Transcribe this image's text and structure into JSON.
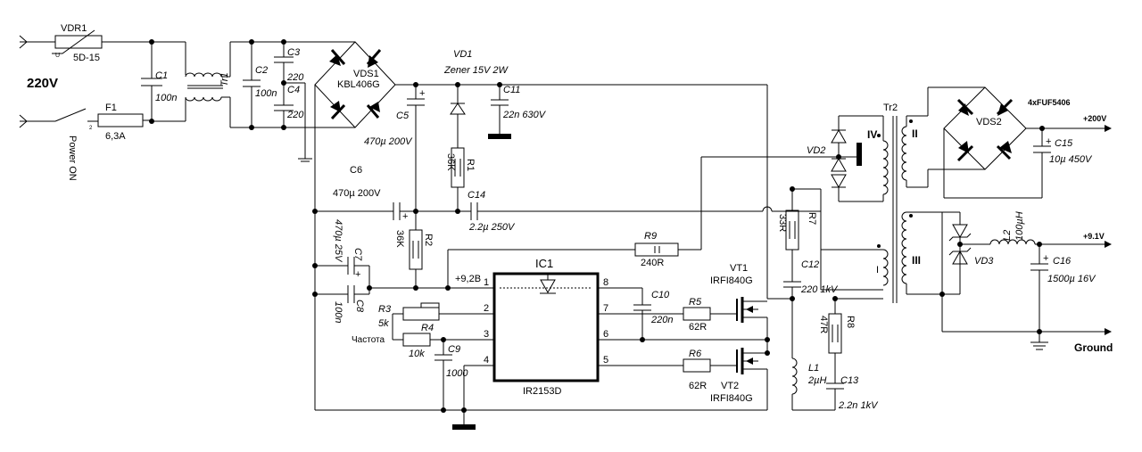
{
  "labels": {
    "mains": "220V",
    "power": "Power ON",
    "ground": "Ground",
    "out200": "+200V",
    "out9": "+9.1V",
    "vcc": "+9,2B",
    "freq": "Частота",
    "vdr_name": "VDR1",
    "vdr_val": "5D-15",
    "f1_name": "F1",
    "f1_val": "6,3A",
    "c1_name": "C1",
    "c1_val": "100n",
    "tr1": "Tr1",
    "c2_name": "C2",
    "c2_val": "100n",
    "c3_name": "C3",
    "c3_val": "220",
    "c4_name": "C4",
    "c4_val": "220",
    "vds1_name": "VDS1",
    "vds1_val": "KBL406G",
    "c5_name": "C5",
    "c5_val": "470µ 200V",
    "vd1_name": "VD1",
    "vd1_val": "Zener 15V 2W",
    "c11_name": "C11",
    "c11_val": "22n 630V",
    "r1_name": "R1",
    "r1_val": "36K",
    "c14_name": "C14",
    "c14_val": "2.2µ 250V",
    "c6_name": "C6",
    "c6_val": "470µ 200V",
    "r2_name": "R2",
    "r2_val": "36K",
    "c7_name": "C7",
    "c7_val": "470µ 25V",
    "c8_name": "C8",
    "c8_val": "100n",
    "r9_name": "R9",
    "r9_val": "240R",
    "ic_name": "IC1",
    "ic_part": "IR2153D",
    "r3_name": "R3",
    "r3_val": "5k",
    "r4_name": "R4",
    "r4_val": "10k",
    "c9_name": "C9",
    "c9_val": "1000",
    "c10_name": "C10",
    "c10_val": "220n",
    "r5_name": "R5",
    "r5_val": "62R",
    "r6_name": "R6",
    "r6_val": "62R",
    "vt1_name": "VT1",
    "vt1_val": "IRFI840G",
    "vt2_name": "VT2",
    "vt2_val": "IRFI840G",
    "r7_name": "R7",
    "r7_val": "33R",
    "c12_name": "C12",
    "c12_val": "220 1kV",
    "r8_name": "R8",
    "r8_val": "47R",
    "l1_name": "L1",
    "l1_val": "2µH",
    "c13_name": "C13",
    "c13_val": "2.2n 1kV",
    "vd2_name": "VD2",
    "tr2": "Tr2",
    "w4": "IV",
    "w2": "II",
    "w3": "III",
    "w1": "I",
    "vds2_name": "VDS2",
    "vds2_val": "4xFUF5406",
    "c15_name": "C15",
    "c15_val": "10µ 450V",
    "vd3_name": "VD3",
    "l2_name": "L2",
    "l2_val": "100µH",
    "c16_name": "C16",
    "c16_val": "1500µ 16V",
    "plus": "+",
    "pin1": "1",
    "pin2": "2",
    "pin3": "3",
    "pin4": "4",
    "pin5": "5",
    "pin6": "6",
    "pin7": "7",
    "pin8": "8",
    "sw_pin": "2",
    "vdr_pin": "U"
  }
}
